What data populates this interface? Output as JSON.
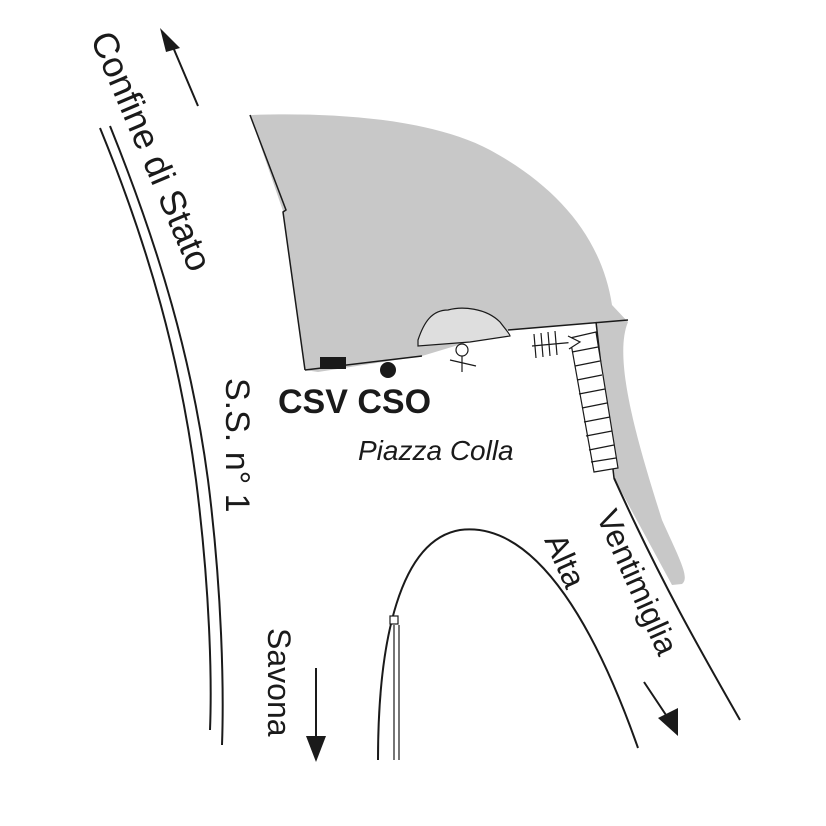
{
  "labels": {
    "border": "Confine di Stato",
    "road": "S.S. n° 1",
    "direction_south": "Savona",
    "direction_east_1": "Ventimiglia",
    "direction_east_2": "Alta",
    "station_codes": "CSV CSO",
    "square": "Piazza Colla"
  },
  "colors": {
    "ink": "#1a1a1a",
    "built_area": "#c8c8c8",
    "inner_feature": "#dedede",
    "background": "#ffffff"
  }
}
